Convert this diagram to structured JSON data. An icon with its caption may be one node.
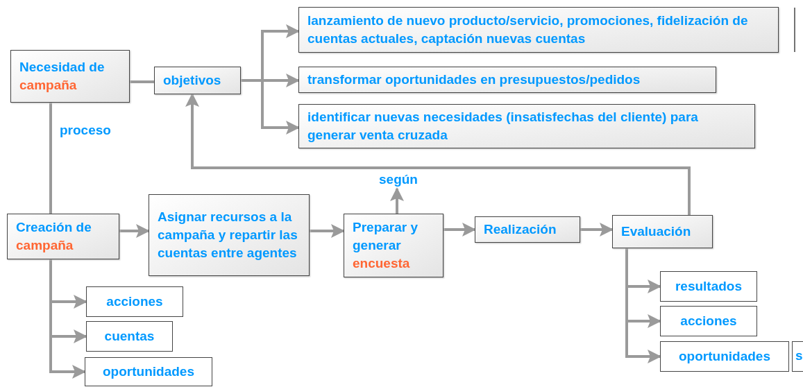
{
  "diagram": {
    "nodes": [
      {
        "text": [
          "Necesidad de **campaña**"
        ]
      },
      {
        "text": [
          "objetivos"
        ]
      },
      {
        "text": [
          "lanzamiento de nuevo producto/servicio, promociones, fidelización de cuentas actuales, captación nuevas cuentas"
        ]
      },
      {
        "text": [
          "transformar oportunidades en presupuestos/pedidos"
        ]
      },
      {
        "text": [
          "identificar nuevas necesidades (insatisfechas del cliente) para generar venta cruzada"
        ]
      },
      {
        "text": [
          "Creación de **campaña**"
        ]
      },
      {
        "text": [
          "Asignar recursos a la campaña y repartir las cuentas entre agentes"
        ]
      },
      {
        "text": [
          "Preparar y generar **encuesta**"
        ]
      },
      {
        "text": [
          "Realización"
        ]
      },
      {
        "text": [
          "Evaluación"
        ]
      },
      {
        "text": [
          "acciones"
        ]
      },
      {
        "text": [
          "cuentas"
        ]
      },
      {
        "text": [
          "oportunidades"
        ]
      },
      {
        "text": [
          "resultados"
        ]
      },
      {
        "text": [
          "acciones"
        ]
      },
      {
        "text": [
          "oportunidades"
        ]
      },
      {
        "text": [
          "según"
        ]
      }
    ],
    "edges": [
      {
        "from": 0,
        "to": 1,
        "arrow": "none"
      },
      {
        "from": 1,
        "to": 2,
        "arrow": "to"
      },
      {
        "from": 1,
        "to": 3,
        "arrow": "to"
      },
      {
        "from": 1,
        "to": 4,
        "arrow": "to"
      },
      {
        "from": 0,
        "to": 5,
        "arrow": "none",
        "label": "proceso"
      },
      {
        "from": 5,
        "to": 6,
        "arrow": "to"
      },
      {
        "from": 6,
        "to": 7,
        "arrow": "to"
      },
      {
        "from": 7,
        "to": 16,
        "arrow": "to"
      },
      {
        "from": 7,
        "to": 8,
        "arrow": "to"
      },
      {
        "from": 8,
        "to": 9,
        "arrow": "to"
      },
      {
        "from": 9,
        "to": 1,
        "arrow": "to"
      },
      {
        "from": 5,
        "to": 10,
        "arrow": "to"
      },
      {
        "from": 5,
        "to": 11,
        "arrow": "to"
      },
      {
        "from": 5,
        "to": 12,
        "arrow": "to"
      },
      {
        "from": 9,
        "to": 13,
        "arrow": "to"
      },
      {
        "from": 9,
        "to": 14,
        "arrow": "to"
      },
      {
        "from": 9,
        "to": 15,
        "arrow": "to"
      }
    ],
    "labels": [
      "s"
    ]
  }
}
